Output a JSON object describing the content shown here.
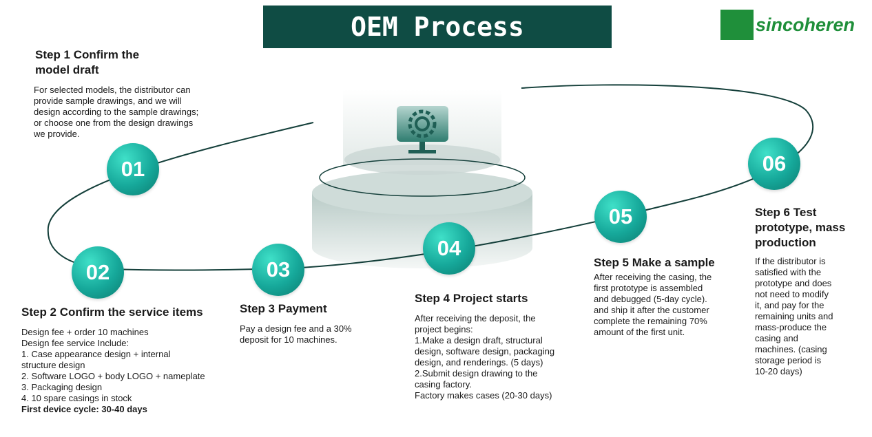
{
  "title": "OEM Process",
  "logo": "sincoheren",
  "steps": [
    {
      "num": "01",
      "heading": "Step 1 Confirm the model draft",
      "lines": [
        "For selected models, the distributor can",
        "provide sample drawings, and we will",
        "design according to the sample drawings;",
        "or choose one from the design drawings",
        "we provide."
      ]
    },
    {
      "num": "02",
      "heading": "Step 2 Confirm the service items",
      "lines": [
        "Design fee + order 10 machines",
        "Design fee service Include:",
        "1. Case appearance design + internal",
        "structure design",
        "2. Software LOGO + body LOGO + nameplate",
        "3. Packaging design",
        "4. 10 spare casings in stock"
      ],
      "note": "First device cycle: 30-40 days"
    },
    {
      "num": "03",
      "heading": "Step 3 Payment",
      "lines": [
        "Pay a design fee and a 30%",
        "deposit for 10 machines."
      ]
    },
    {
      "num": "04",
      "heading": "Step 4 Project starts",
      "lines": [
        "After receiving the deposit, the",
        "project begins:",
        "1.Make a design draft, structural",
        "design, software design, packaging",
        "design, and renderings. (5 days)",
        "2.Submit design drawing to the",
        "casing factory.",
        "Factory makes cases (20-30 days)"
      ]
    },
    {
      "num": "05",
      "heading": "Step 5 Make a sample",
      "lines": [
        "After receiving the casing, the",
        "first prototype is assembled",
        "and debugged (5-day cycle).",
        "and ship it after the customer",
        "complete the remaining 70%",
        "amount of the first unit."
      ]
    },
    {
      "num": "06",
      "heading": "Step 6 Test prototype, mass production",
      "lines": [
        "If the distributor is",
        "satisfied with the",
        "prototype and does",
        "not need to modify",
        "it, and pay for the",
        "remaining units and",
        "mass-produce the",
        "casing and",
        "machines. (casing",
        "storage period is",
        "10-20 days)"
      ]
    }
  ]
}
